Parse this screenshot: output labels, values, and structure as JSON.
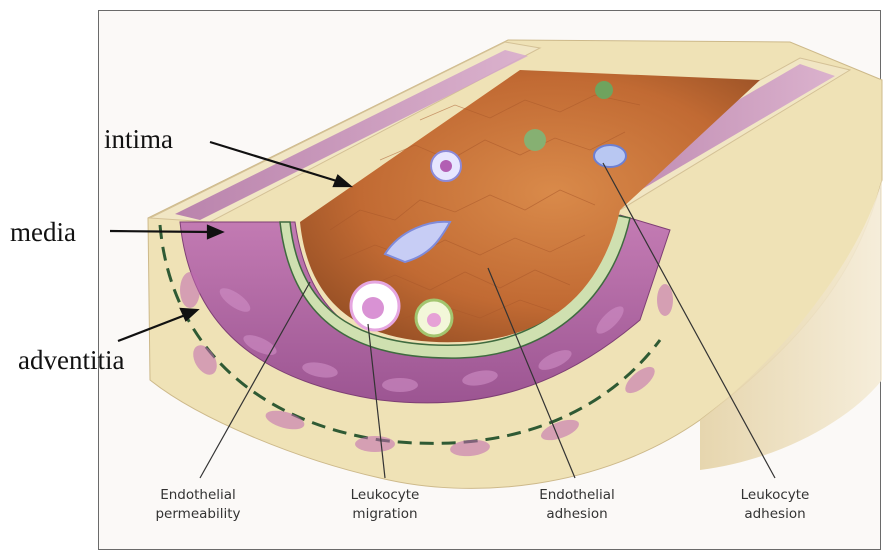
{
  "layer_labels": {
    "intima": "intima",
    "media": "media",
    "adventitia": "adventitia"
  },
  "captions": [
    {
      "line1": "Endothelial",
      "line2": "permeability"
    },
    {
      "line1": "Leukocyte",
      "line2": "migration"
    },
    {
      "line1": "Endothelial",
      "line2": "adhesion"
    },
    {
      "line1": "Leukocyte",
      "line2": "adhesion"
    }
  ],
  "colors": {
    "lumen": "#c9743a",
    "media": "#b76aa8",
    "adventitia": "#efe2b6",
    "intima_band": "#cfe0b0",
    "border": "#6a6a6a"
  }
}
